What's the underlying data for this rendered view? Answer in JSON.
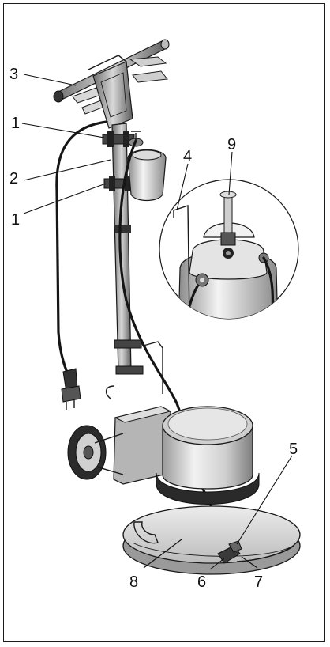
{
  "diagram": {
    "callouts": [
      {
        "id": "3",
        "text": "3"
      },
      {
        "id": "1a",
        "text": "1"
      },
      {
        "id": "2",
        "text": "2"
      },
      {
        "id": "1b",
        "text": "1"
      },
      {
        "id": "4",
        "text": "4"
      },
      {
        "id": "9",
        "text": "9"
      },
      {
        "id": "5",
        "text": "5"
      },
      {
        "id": "8",
        "text": "8"
      },
      {
        "id": "6",
        "text": "6"
      },
      {
        "id": "7",
        "text": "7"
      }
    ]
  },
  "colors": {
    "ink": "#1a1a1a",
    "metal_light": "#e6e6e6",
    "metal_mid": "#bdbdbd",
    "metal_dark": "#8c8c8c",
    "base": "#d9d9d9"
  }
}
